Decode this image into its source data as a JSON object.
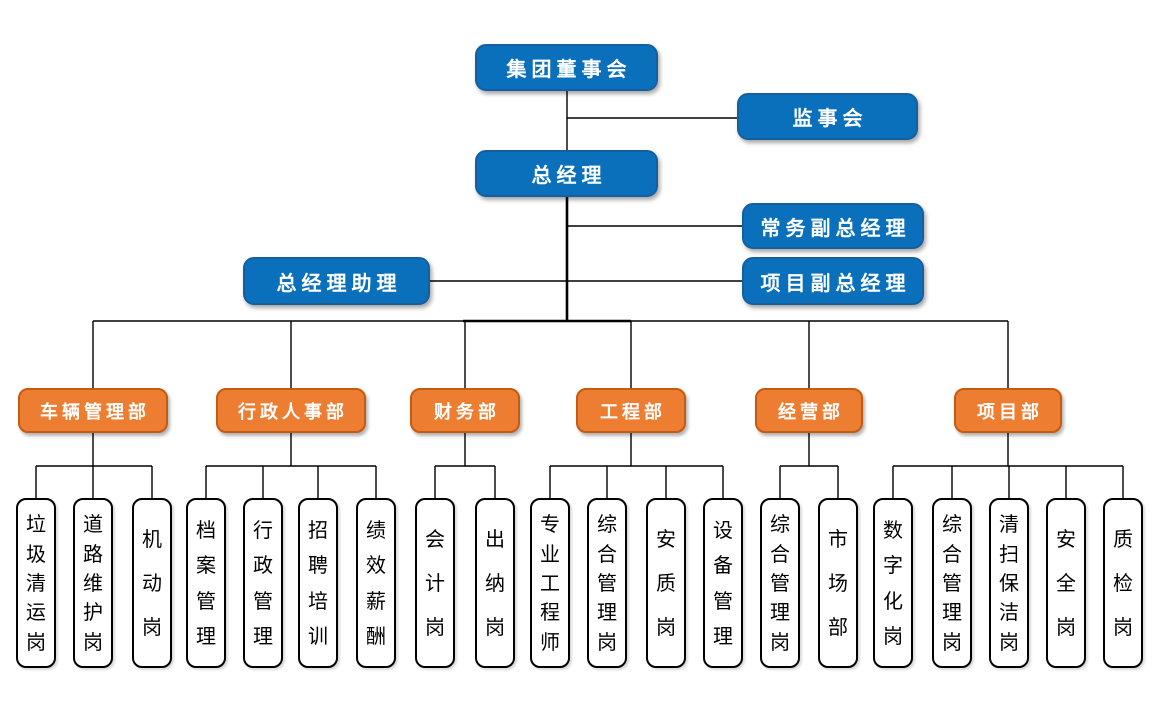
{
  "org": {
    "board": {
      "label": "集团董事会"
    },
    "supervisory_board": {
      "label": "监事会"
    },
    "general_manager": {
      "label": "总经理"
    },
    "executive_deputy_gm": {
      "label": "常务副总经理"
    },
    "gm_assistant": {
      "label": "总经理助理"
    },
    "project_deputy_gm": {
      "label": "项目副总经理"
    },
    "departments": [
      {
        "label": "车辆管理部",
        "positions": [
          "垃圾清运岗",
          "道路维护岗",
          "机动岗"
        ]
      },
      {
        "label": "行政人事部",
        "positions": [
          "档案管理",
          "行政管理",
          "招聘培训",
          "绩效薪酬"
        ]
      },
      {
        "label": "财务部",
        "positions": [
          "会计岗",
          "出纳岗"
        ]
      },
      {
        "label": "工程部",
        "positions": [
          "专业工程师",
          "综合管理岗",
          "安质岗",
          "设备管理"
        ]
      },
      {
        "label": "经营部",
        "positions": [
          "综合管理岗",
          "市场部"
        ]
      },
      {
        "label": "项目部",
        "positions": [
          "数字化岗",
          "综合管理岗",
          "清扫保洁岗",
          "安全岗",
          "质检岗"
        ]
      }
    ]
  },
  "colors": {
    "executive_box_fill": "#0b70bc",
    "executive_box_border": "#165f9e",
    "department_box_fill": "#ed7d31",
    "department_box_border": "#c55a11",
    "position_box_fill": "#ffffff",
    "position_box_border": "#000000",
    "connector": "#000000",
    "background": "#ffffff"
  }
}
